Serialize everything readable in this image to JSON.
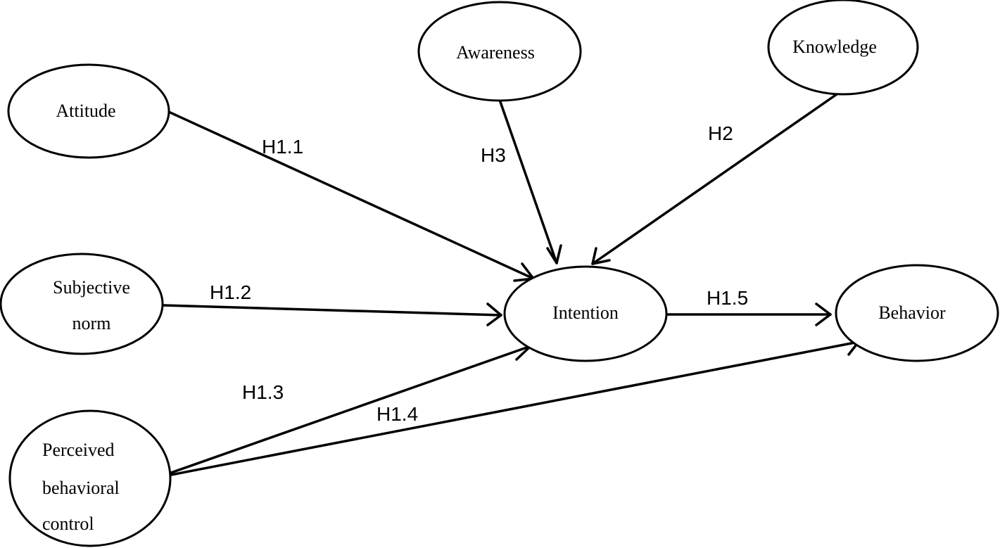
{
  "nodes": {
    "attitude": {
      "lines": [
        "Attitude"
      ]
    },
    "awareness": {
      "lines": [
        "Awareness"
      ]
    },
    "knowledge": {
      "lines": [
        "Knowledge"
      ]
    },
    "subjective_norm": {
      "lines": [
        "Subjective",
        "norm"
      ]
    },
    "intention": {
      "lines": [
        "Intention"
      ]
    },
    "behavior": {
      "lines": [
        "Behavior"
      ]
    },
    "pbc": {
      "lines": [
        "Perceived",
        "behavioral",
        "control"
      ]
    }
  },
  "edges": [
    {
      "id": "h1_1",
      "label": "H1.1",
      "from": "attitude",
      "to": "intention"
    },
    {
      "id": "h3",
      "label": "H3",
      "from": "awareness",
      "to": "intention"
    },
    {
      "id": "h2",
      "label": "H2",
      "from": "knowledge",
      "to": "intention"
    },
    {
      "id": "h1_2",
      "label": "H1.2",
      "from": "subjective_norm",
      "to": "intention"
    },
    {
      "id": "h1_5",
      "label": "H1.5",
      "from": "intention",
      "to": "behavior"
    },
    {
      "id": "h1_3",
      "label": "H1.3",
      "from": "pbc",
      "to": "intention"
    },
    {
      "id": "h1_4",
      "label": "H1.4",
      "from": "pbc",
      "to": "behavior"
    }
  ]
}
